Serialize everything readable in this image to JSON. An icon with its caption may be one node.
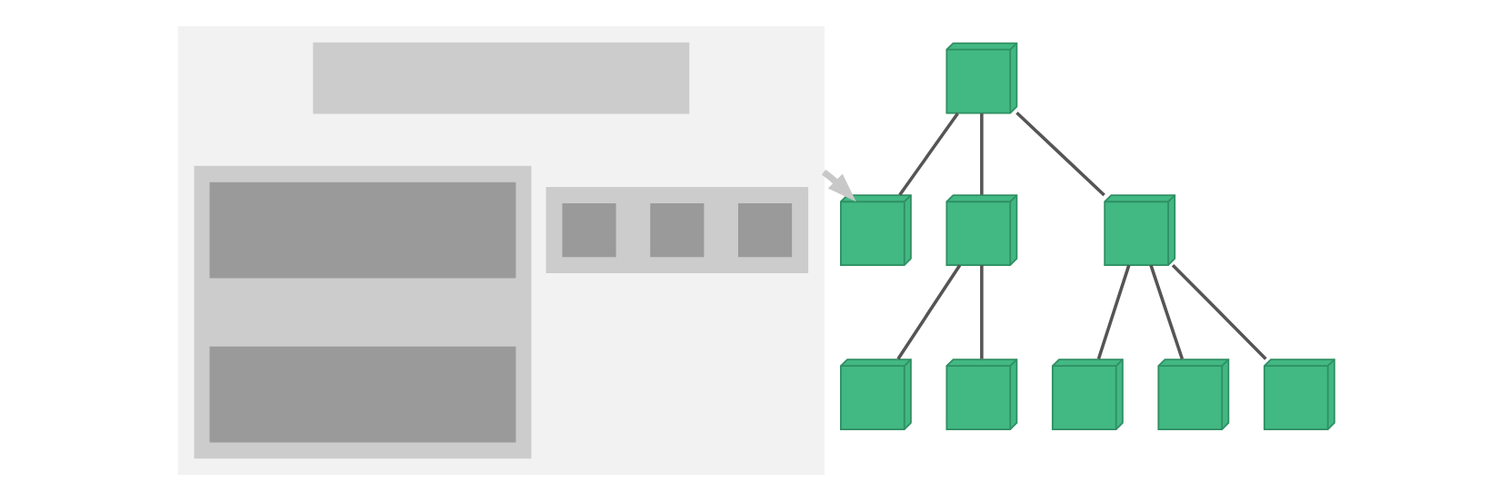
{
  "diagram": {
    "nodes": [
      {
        "text": [],
        "shape": "box"
      },
      {
        "text": [],
        "shape": "box",
        "in": 0
      },
      {
        "text": [],
        "shape": "box",
        "in": 0
      },
      {
        "text": [],
        "shape": "box",
        "in": 0
      },
      {
        "text": [],
        "shape": "box",
        "in": 2
      },
      {
        "text": [],
        "shape": "box",
        "in": 2
      },
      {
        "text": [],
        "shape": "box",
        "in": 3
      },
      {
        "text": [],
        "shape": "box",
        "in": 3
      },
      {
        "text": [],
        "shape": "box",
        "in": 3
      },
      {
        "text": [],
        "shape": "cube"
      },
      {
        "text": [],
        "shape": "cube"
      },
      {
        "text": [],
        "shape": "cube"
      },
      {
        "text": [],
        "shape": "cube"
      },
      {
        "text": [],
        "shape": "cube"
      },
      {
        "text": [],
        "shape": "cube"
      },
      {
        "text": [],
        "shape": "cube"
      },
      {
        "text": [],
        "shape": "cube"
      },
      {
        "text": [],
        "shape": "cube"
      }
    ],
    "edges": [
      {
        "from": 0,
        "to": 10,
        "arrow": "to",
        "color": "#c8c8c8",
        "style": "thick"
      },
      {
        "from": 9,
        "to": 10,
        "arrow": "none"
      },
      {
        "from": 9,
        "to": 11,
        "arrow": "none"
      },
      {
        "from": 9,
        "to": 12,
        "arrow": "none"
      },
      {
        "from": 11,
        "to": 13,
        "arrow": "none"
      },
      {
        "from": 11,
        "to": 14,
        "arrow": "none"
      },
      {
        "from": 12,
        "to": 15,
        "arrow": "none"
      },
      {
        "from": 12,
        "to": 16,
        "arrow": "none"
      },
      {
        "from": 12,
        "to": 17,
        "arrow": "none"
      }
    ]
  }
}
